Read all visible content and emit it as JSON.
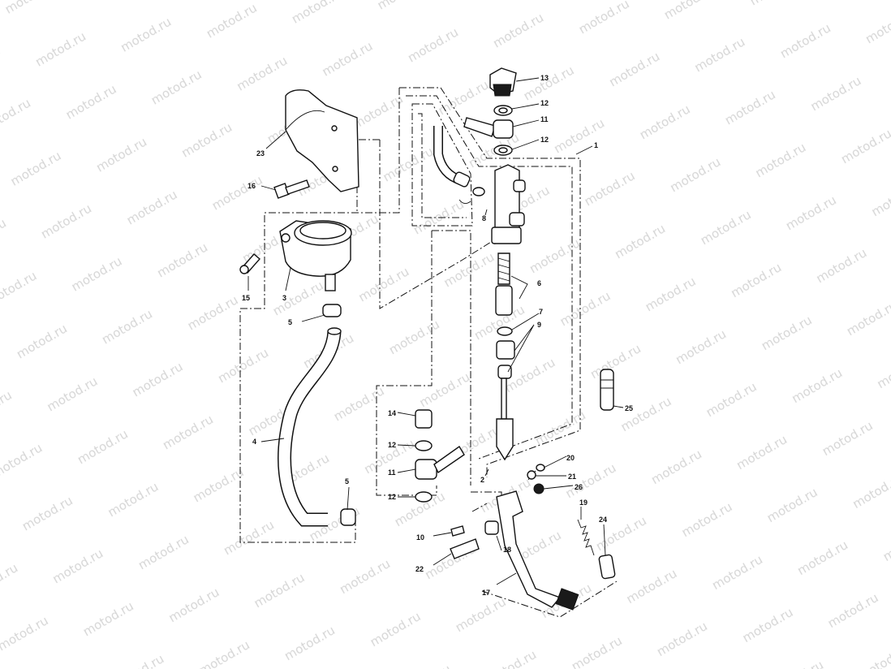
{
  "watermark": {
    "text": "motod.ru",
    "color": "#d6d6d6"
  },
  "parts": [
    {
      "id": "p1",
      "label": "1"
    },
    {
      "id": "p2",
      "label": "2"
    },
    {
      "id": "p3",
      "label": "3"
    },
    {
      "id": "p4",
      "label": "4"
    },
    {
      "id": "p5a",
      "label": "5"
    },
    {
      "id": "p5b",
      "label": "5"
    },
    {
      "id": "p6",
      "label": "6"
    },
    {
      "id": "p7",
      "label": "7"
    },
    {
      "id": "p8",
      "label": "8"
    },
    {
      "id": "p9",
      "label": "9"
    },
    {
      "id": "p10",
      "label": "10"
    },
    {
      "id": "p11a",
      "label": "11"
    },
    {
      "id": "p11b",
      "label": "11"
    },
    {
      "id": "p12a",
      "label": "12"
    },
    {
      "id": "p12b",
      "label": "12"
    },
    {
      "id": "p12c",
      "label": "12"
    },
    {
      "id": "p12d",
      "label": "12"
    },
    {
      "id": "p13",
      "label": "13"
    },
    {
      "id": "p14",
      "label": "14"
    },
    {
      "id": "p15",
      "label": "15"
    },
    {
      "id": "p16",
      "label": "16"
    },
    {
      "id": "p17",
      "label": "17"
    },
    {
      "id": "p18",
      "label": "18"
    },
    {
      "id": "p19",
      "label": "19"
    },
    {
      "id": "p20",
      "label": "20"
    },
    {
      "id": "p21",
      "label": "21"
    },
    {
      "id": "p22",
      "label": "22"
    },
    {
      "id": "p23",
      "label": "23"
    },
    {
      "id": "p24",
      "label": "24"
    },
    {
      "id": "p25",
      "label": "25"
    },
    {
      "id": "p26",
      "label": "26"
    }
  ]
}
